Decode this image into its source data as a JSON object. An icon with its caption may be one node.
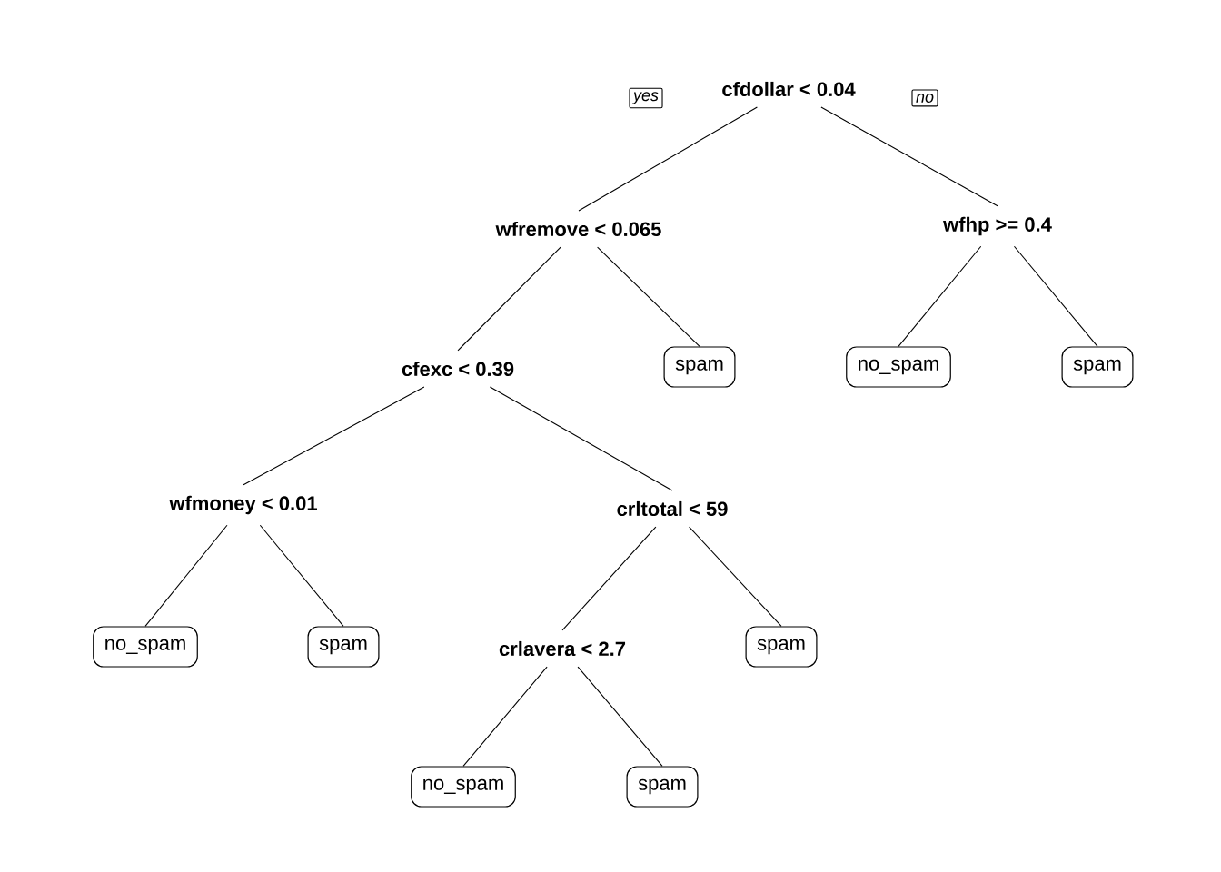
{
  "diagram": {
    "nodes": [
      {
        "text": [
          "cfdollar < 0.04"
        ]
      },
      {
        "text": [
          "wfremove < 0.065"
        ]
      },
      {
        "text": [
          "wfhp >= 0.4"
        ]
      },
      {
        "text": [
          "cfexc < 0.39"
        ]
      },
      {
        "text": [
          "spam"
        ]
      },
      {
        "text": [
          "no_spam"
        ]
      },
      {
        "text": [
          "spam"
        ]
      },
      {
        "text": [
          "wfmoney < 0.01"
        ]
      },
      {
        "text": [
          "crltotal < 59"
        ]
      },
      {
        "text": [
          "no_spam"
        ]
      },
      {
        "text": [
          "spam"
        ]
      },
      {
        "text": [
          "crlavera < 2.7"
        ]
      },
      {
        "text": [
          "spam"
        ]
      },
      {
        "text": [
          "no_spam"
        ]
      },
      {
        "text": [
          "spam"
        ]
      }
    ],
    "edges": [
      {
        "from": 0,
        "to": 1,
        "arrow": "none"
      },
      {
        "from": 0,
        "to": 2,
        "arrow": "none"
      },
      {
        "from": 1,
        "to": 3,
        "arrow": "none"
      },
      {
        "from": 1,
        "to": 4,
        "arrow": "none"
      },
      {
        "from": 2,
        "to": 5,
        "arrow": "none"
      },
      {
        "from": 2,
        "to": 6,
        "arrow": "none"
      },
      {
        "from": 3,
        "to": 7,
        "arrow": "none"
      },
      {
        "from": 3,
        "to": 8,
        "arrow": "none"
      },
      {
        "from": 7,
        "to": 9,
        "arrow": "none"
      },
      {
        "from": 7,
        "to": 10,
        "arrow": "none"
      },
      {
        "from": 8,
        "to": 11,
        "arrow": "none"
      },
      {
        "from": 8,
        "to": 12,
        "arrow": "none"
      },
      {
        "from": 11,
        "to": 13,
        "arrow": "none"
      },
      {
        "from": 11,
        "to": 14,
        "arrow": "none"
      }
    ],
    "labels": [
      "yes",
      "no"
    ]
  }
}
